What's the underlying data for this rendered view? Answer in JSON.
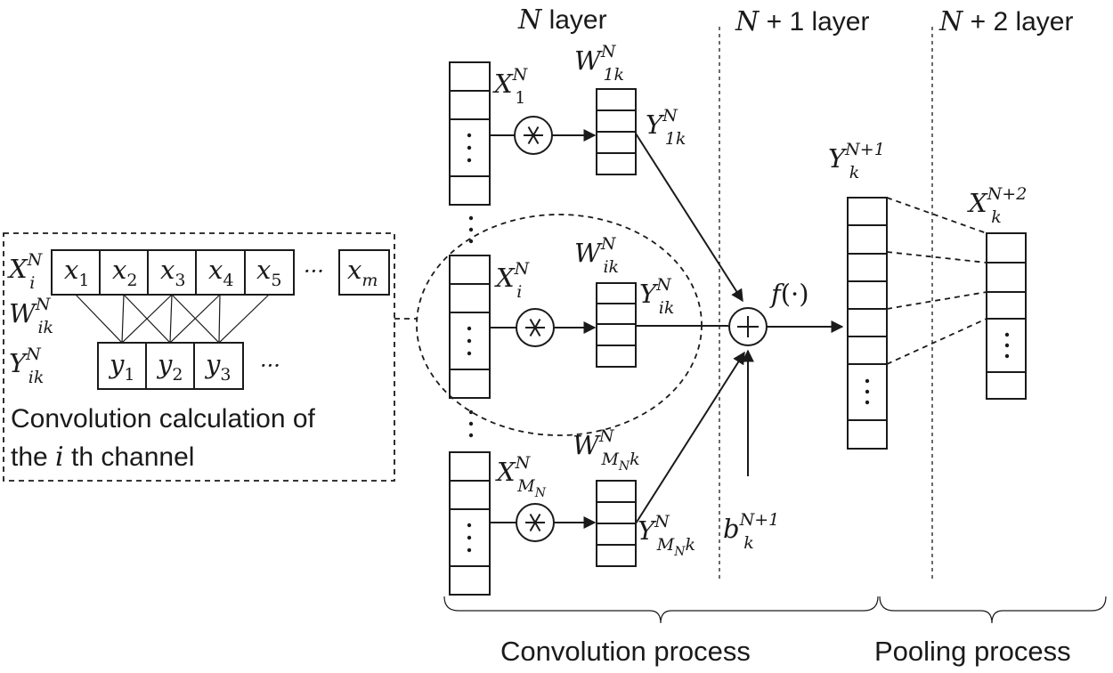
{
  "headers": {
    "n_layer": "N layer",
    "n1_layer": "N  + 1 layer",
    "n2_layer": "N + 2 layer"
  },
  "symbols": {
    "X": "X",
    "Y": "Y",
    "W": "W",
    "b": "b",
    "sup_N": "N",
    "sup_N1": "N+1",
    "sup_N2": "N+2",
    "sub_1": "1",
    "sub_i": "i",
    "sub_1k": "1k",
    "sub_ik": "ik",
    "sub_k": "k",
    "sub_M": "M",
    "sub_Nk": "k",
    "sub_N": "N",
    "f": "f",
    "f_arg": "(·)"
  },
  "inset": {
    "x_cells": [
      "x",
      "x",
      "x",
      "x",
      "x",
      "x"
    ],
    "x_subs": [
      "1",
      "2",
      "3",
      "4",
      "5",
      "m"
    ],
    "y_cells": [
      "y",
      "y",
      "y"
    ],
    "y_subs": [
      "1",
      "2",
      "3"
    ],
    "ellipsis": "···",
    "caption_line1": "Convolution calculation of",
    "caption_line2_pre": "the ",
    "caption_line2_i": "i",
    "caption_line2_post": " th channel"
  },
  "footer": {
    "convolution": "Convolution process",
    "pooling": "Pooling process"
  },
  "colors": {
    "ink": "#1a1a1a",
    "background": "#ffffff"
  },
  "icons": [
    "convolution-operator-icon",
    "sum-operator-icon",
    "arrowhead-icon"
  ]
}
